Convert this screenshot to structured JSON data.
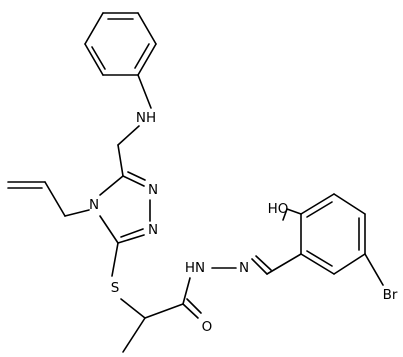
{
  "molecule": {
    "atoms": {
      "nh_amine": "NH",
      "n4": "N",
      "n1": "N",
      "n2": "N",
      "s": "S",
      "hn_hydrazide": "HN",
      "n_imine": "N",
      "oh": "HO",
      "o_carbonyl": "O",
      "br": "Br"
    }
  }
}
